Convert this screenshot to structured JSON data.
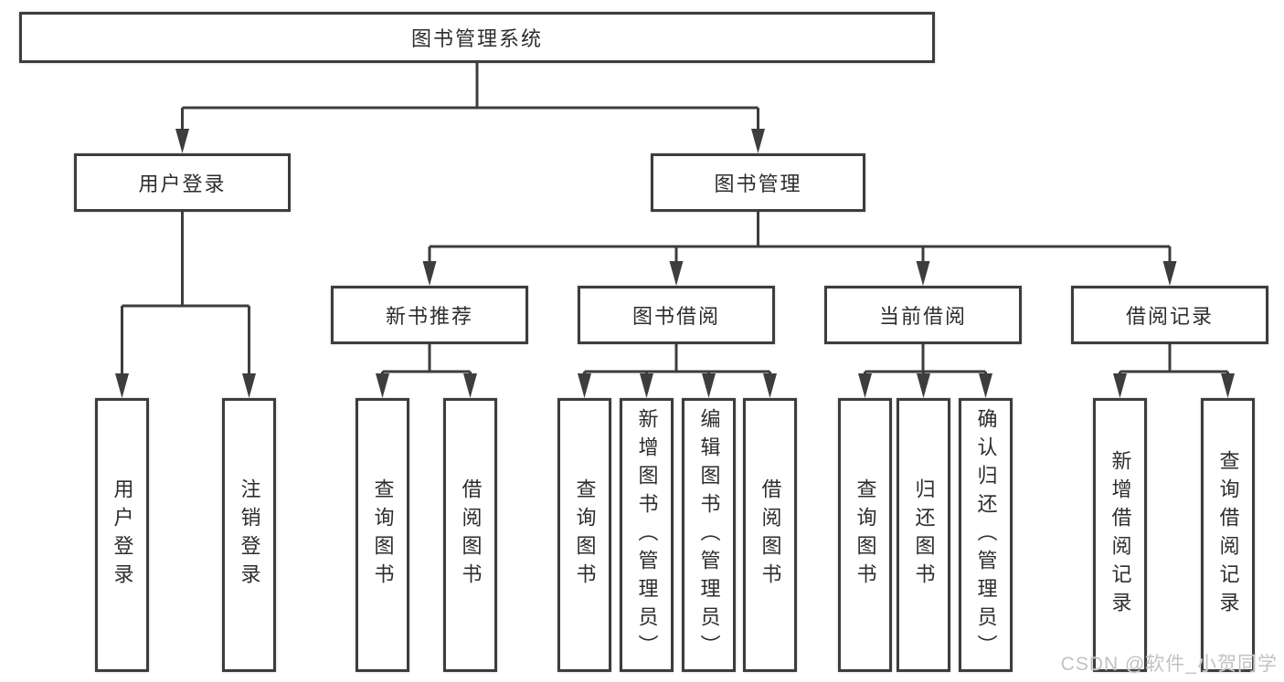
{
  "tree": {
    "label": "图书管理系统",
    "children": [
      {
        "label": "用户登录",
        "children": [
          {
            "label": "用户登录"
          },
          {
            "label": "注销登录"
          }
        ]
      },
      {
        "label": "图书管理",
        "children": [
          {
            "label": "新书推荐",
            "children": [
              {
                "label": "查询图书"
              },
              {
                "label": "借阅图书"
              }
            ]
          },
          {
            "label": "图书借阅",
            "children": [
              {
                "label": "查询图书"
              },
              {
                "label": "新增图书（管理员）"
              },
              {
                "label": "编辑图书（管理员）"
              },
              {
                "label": "借阅图书"
              }
            ]
          },
          {
            "label": "当前借阅",
            "children": [
              {
                "label": "查询图书"
              },
              {
                "label": "归还图书"
              },
              {
                "label": "确认归还（管理员）"
              }
            ]
          },
          {
            "label": "借阅记录",
            "children": [
              {
                "label": "新增借阅记录"
              },
              {
                "label": "查询借阅记录"
              }
            ]
          }
        ]
      }
    ]
  },
  "watermark": {
    "text": "CSDN @软件_小贺同学"
  },
  "colors": {
    "line": "#3d3d3d",
    "text": "#2d2d2d",
    "watermark": "#c2c2c2",
    "background": "#ffffff"
  }
}
